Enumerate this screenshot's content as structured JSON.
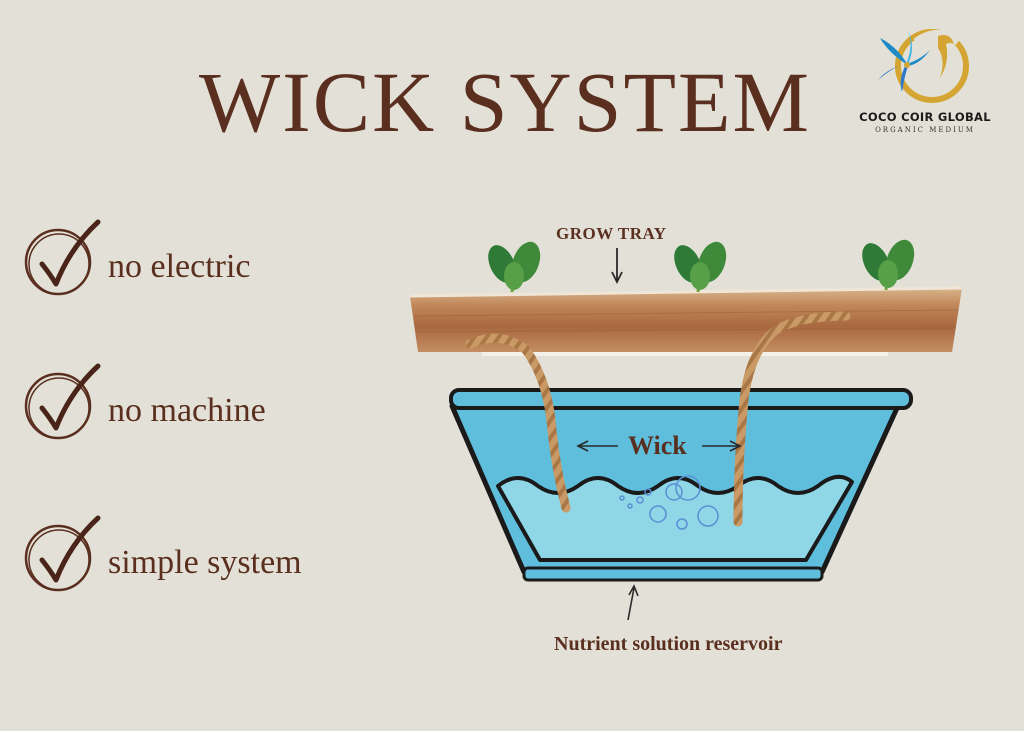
{
  "title": "WICK SYSTEM",
  "logo": {
    "name": "COCO COIR GLOBAL",
    "tagline": "ORGANIC MEDIUM",
    "icon": "coconut-palm-bird-logo"
  },
  "features": [
    {
      "label": "no electric",
      "icon": "checkmark-icon"
    },
    {
      "label": "no machine",
      "icon": "checkmark-icon"
    },
    {
      "label": "simple system",
      "icon": "checkmark-icon"
    }
  ],
  "diagram": {
    "grow_tray_label": "GROW TRAY",
    "wick_label": "Wick",
    "reservoir_label": "Nutrient solution reservoir"
  },
  "colors": {
    "background": "#e3e1d7",
    "text_brown": "#5a2f1f",
    "water": "#79cfe2",
    "container": "#5fbedc",
    "soil": "#b97a4c",
    "leaf": "#3f8a3a"
  }
}
